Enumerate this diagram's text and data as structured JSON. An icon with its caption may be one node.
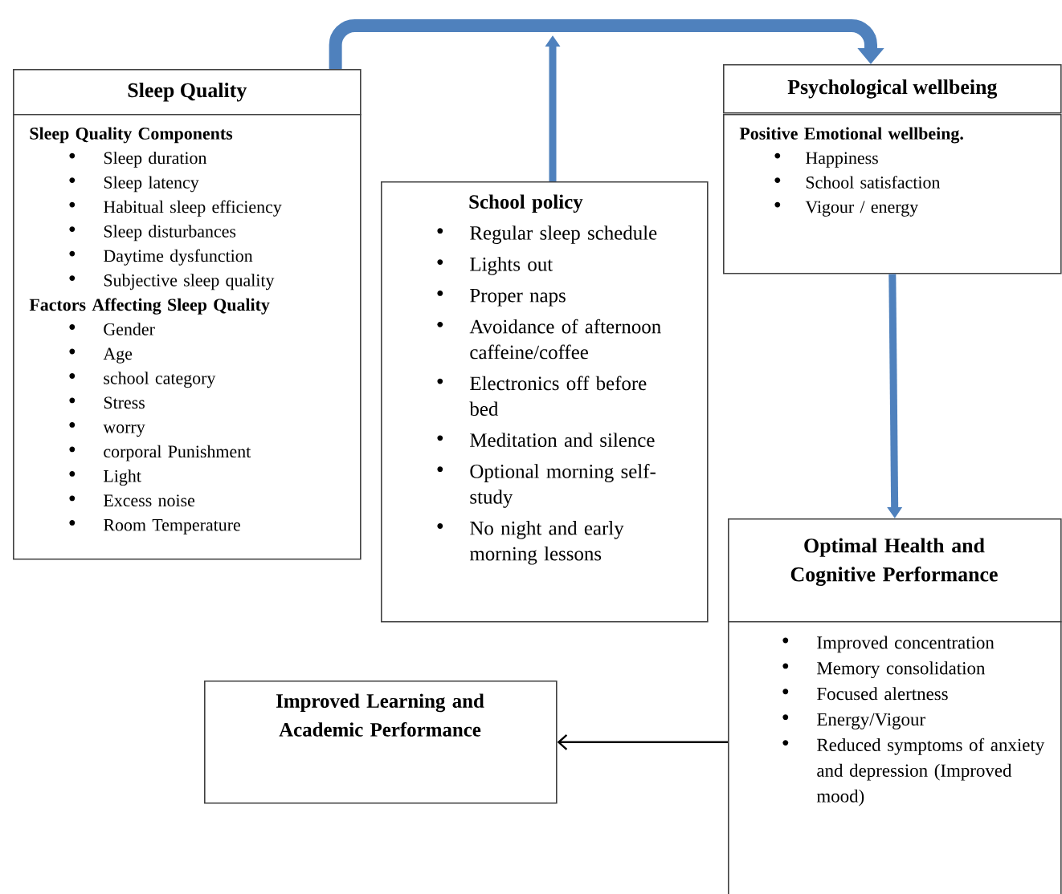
{
  "diagram": {
    "nodes": [
      {
        "text": [
          "Sleep Quality"
        ]
      },
      {
        "text": [
          "Sleep Quality Components",
          "Sleep duration",
          "Sleep latency",
          "Habitual sleep efficiency",
          "Sleep disturbances",
          "Daytime dysfunction",
          "Subjective sleep quality",
          "Factors Affecting Sleep Quality",
          "Gender",
          "Age",
          "school category",
          "Stress",
          "worry",
          "corporal Punishment",
          "Light",
          "Excess noise",
          "Room Temperature"
        ]
      },
      {
        "text": [
          "School policy",
          "Regular sleep schedule",
          "Lights out",
          "Proper naps",
          "Avoidance of afternoon caffeine/coffee",
          "Electronics off before bed",
          "Meditation and silence",
          "Optional morning self-study",
          "No night and early morning lessons"
        ]
      },
      {
        "text": [
          "Psychological wellbeing"
        ]
      },
      {
        "text": [
          "Positive Emotional wellbeing.",
          "Happiness",
          "School satisfaction",
          "Vigour / energy"
        ]
      },
      {
        "text": [
          "Optimal Health and Cognitive Performance"
        ]
      },
      {
        "text": [
          "Improved concentration",
          "Memory consolidation",
          "Focused alertness",
          "Energy/Vigour",
          "Reduced symptoms of anxiety and depression (Improved mood)"
        ]
      },
      {
        "text": [
          "Improved Learning and Academic Performance"
        ]
      }
    ],
    "edges": [
      {
        "from": 0,
        "to": 3,
        "arrow": "to"
      },
      {
        "from": 2,
        "to": null,
        "arrow": "to"
      },
      {
        "from": 4,
        "to": 5,
        "arrow": "to"
      },
      {
        "from": 6,
        "to": 7,
        "arrow": "to",
        "color": "#000000"
      }
    ]
  }
}
